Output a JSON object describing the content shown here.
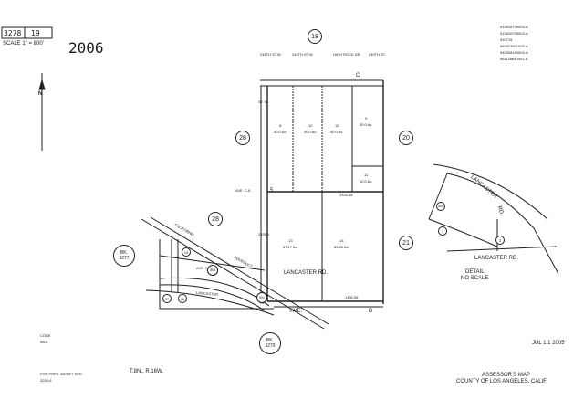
{
  "header": {
    "book_number": "3278",
    "page_number": "19",
    "scale_label": "SCALE 1\" = 800'",
    "year": "2006"
  },
  "north_arrow": {
    "label": "N"
  },
  "revision_codes": [
    "910816709003-A",
    "910816709003-A",
    "910715",
    "960823601005-A",
    "940328180004-A",
    "961128840001-A"
  ],
  "streets": {
    "st_245th_top": "245TH ST.W.",
    "st_244th": "244TH ST.W.",
    "high_rock": "HIGH ROCK DR.",
    "st_240th": "240TH ST.",
    "st_w": "ST. W.",
    "ave_c": "C",
    "ave_c8": "AVE. C-8",
    "ave_c8_num": "5",
    "st_245th_mid": "245TH",
    "california": "CALIFORNIA",
    "aqueduct": "AQUEDUCT",
    "ave_c15": "AVE. C-15",
    "lancaster_rd": "LANCASTER RD.",
    "lancaster_lower": "LANCASTER",
    "ave_d": "AVE.",
    "ave_d_letter": "D",
    "rd": "RD."
  },
  "adjacent_pages": [
    {
      "id": "p18",
      "label": "18"
    },
    {
      "id": "p28a",
      "label": "28"
    },
    {
      "id": "p20",
      "label": "20"
    },
    {
      "id": "p28b",
      "label": "28"
    },
    {
      "id": "p21",
      "label": "21"
    }
  ],
  "adjacent_books": [
    {
      "id": "bk3277",
      "line1": "BK.",
      "line2": "3277"
    },
    {
      "id": "bk3279",
      "line1": "BK.",
      "line2": "3279"
    }
  ],
  "parcels": [
    {
      "id": "p8",
      "number": "8",
      "area": "40.0 Ac."
    },
    {
      "id": "p10",
      "number": "10",
      "area": "40.0 Ac."
    },
    {
      "id": "p12",
      "number": "12",
      "area": "40.0 Ac."
    },
    {
      "id": "p9",
      "number": "9",
      "area": "30.0 Ac."
    },
    {
      "id": "p11",
      "number": "11",
      "area": "10.0 Ac."
    },
    {
      "id": "p13",
      "number": "13",
      "area": "67.17 Ac."
    },
    {
      "id": "p14",
      "number": "14",
      "area": "83.85 Ac."
    }
  ],
  "dimensions": {
    "d1": "1333.58",
    "d2": "1430.58"
  },
  "detail": {
    "title": "DETAIL",
    "subtitle": "NO SCALE",
    "road_label": "LANCASTER",
    "road_label2": "RD.",
    "lancaster_rd": "LANCASTER RD.",
    "parcel_3": "3",
    "parcel_7": "7",
    "parcel_800": "800"
  },
  "footer": {
    "code_label": "CODE",
    "code_value": "9601",
    "township": "T.8N., R.16W.",
    "prev_assmt": "FOR PREV. ASSM'T SEE:",
    "prev_assmt_ref": "3254-6",
    "date_stamp": "JUL 1 1 2005",
    "assessor_title": "ASSESSOR'S MAP",
    "county": "COUNTY OF LOS ANGELES, CALIF."
  },
  "small_parcels": [
    {
      "id": "sp15",
      "number": "15"
    },
    {
      "id": "sp16",
      "number": "16"
    },
    {
      "id": "sp17",
      "number": "17"
    },
    {
      "id": "sp800",
      "number": "800"
    },
    {
      "id": "sp901",
      "number": "901"
    }
  ]
}
